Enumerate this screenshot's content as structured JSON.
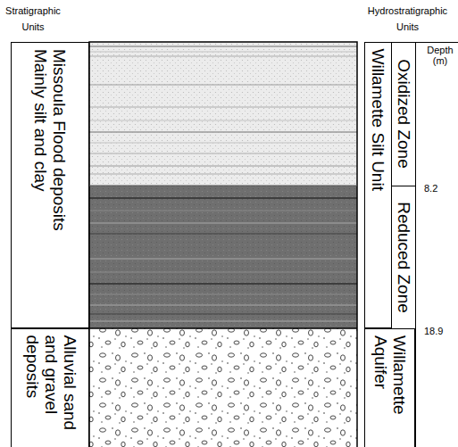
{
  "diagram": {
    "nodes": [
      {
        "text": [
          "Missoula Flood deposits",
          "Mainly silt and clay"
        ]
      },
      {
        "text": [
          "Alluvial sand and gravel deposits"
        ]
      },
      {
        "text": [
          "Willamette Silt Unit"
        ]
      },
      {
        "text": [
          "Oxidized Zone"
        ],
        "in": 2
      },
      {
        "text": [
          "Reduced Zone"
        ],
        "in": 2
      },
      {
        "text": [
          "Willamette Aquifer"
        ]
      },
      {
        "text": [
          "Depth (m)"
        ]
      }
    ],
    "labels": [
      "Stratigraphic Units",
      "Hydrostratigraphic Units",
      "8.2",
      "18.9"
    ]
  }
}
